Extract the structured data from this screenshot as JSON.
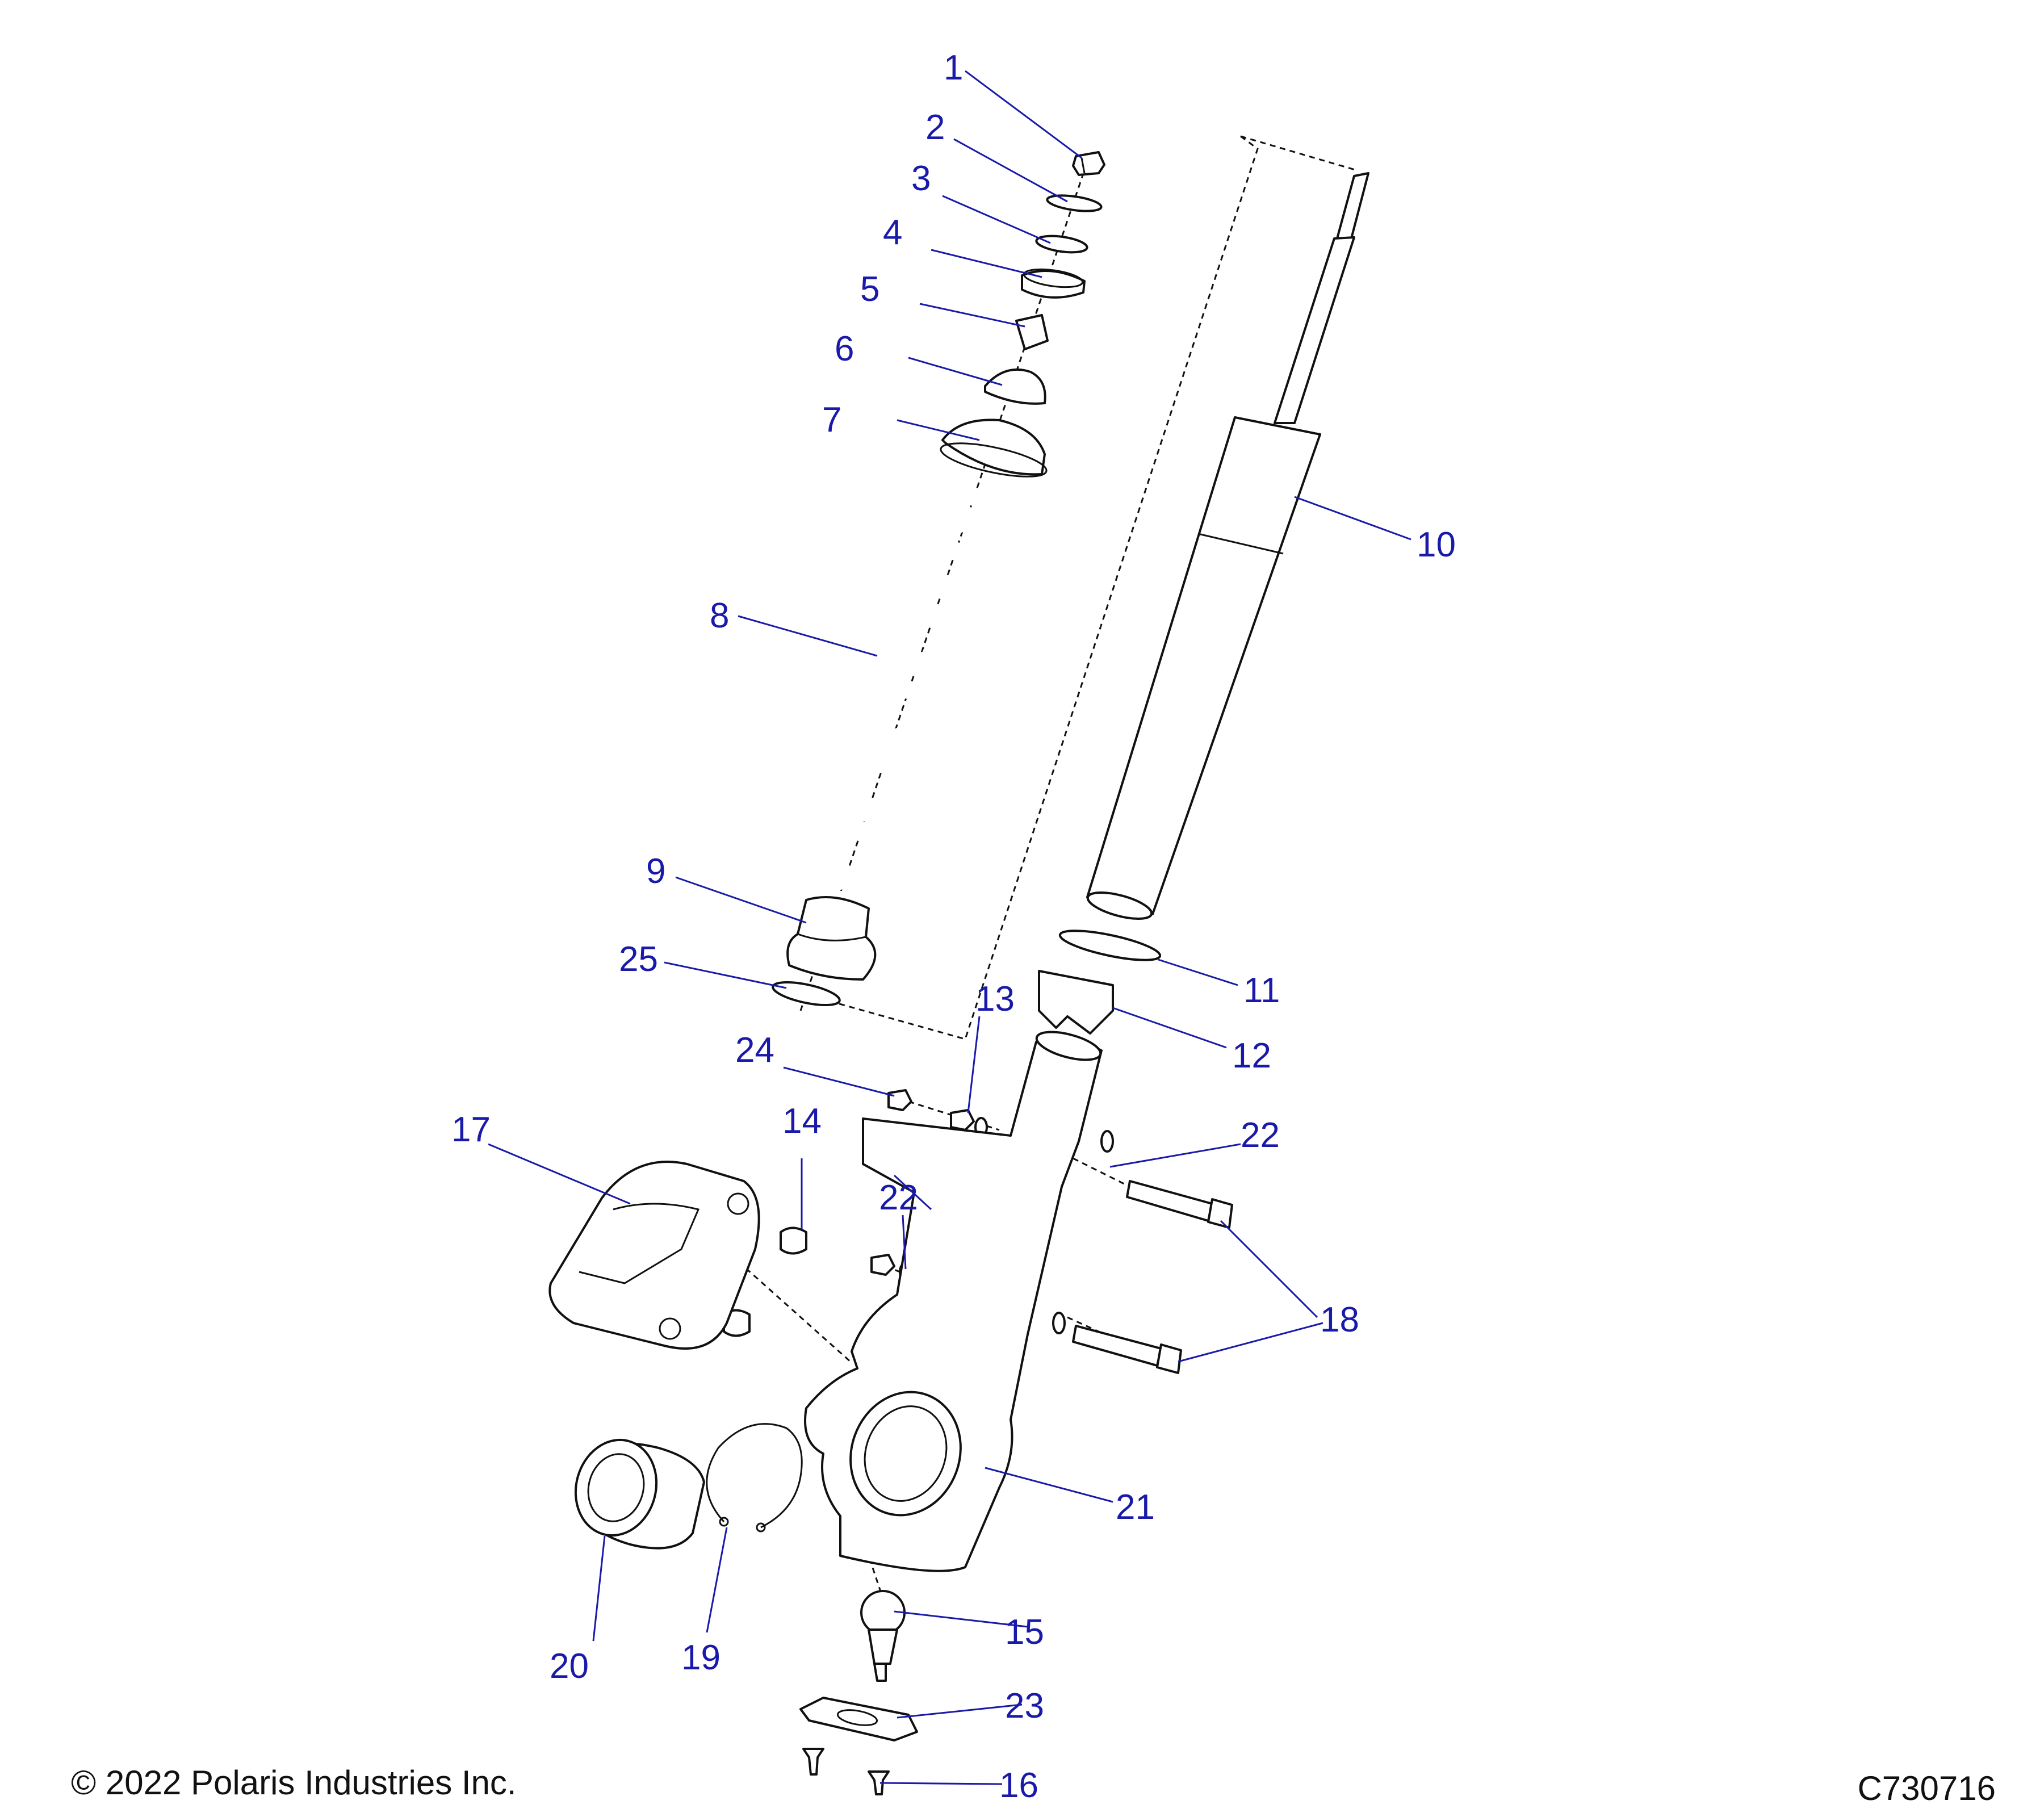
{
  "callouts": {
    "c1": "1",
    "c2": "2",
    "c3": "3",
    "c4": "4",
    "c5": "5",
    "c6": "6",
    "c7": "7",
    "c8": "8",
    "c9": "9",
    "c10": "10",
    "c11": "11",
    "c12": "12",
    "c13": "13",
    "c14": "14",
    "c15": "15",
    "c16": "16",
    "c17": "17",
    "c18": "18",
    "c19": "19",
    "c20": "20",
    "c21": "21",
    "c22a": "22",
    "c22b": "22",
    "c23": "23",
    "c24": "24",
    "c25": "25"
  },
  "footer": {
    "copyright": "© 2022 Polaris Industries Inc.",
    "drawing_number": "C730716"
  },
  "colors": {
    "callout": "#1a1aaa",
    "line_art": "#111111",
    "background": "#ffffff"
  }
}
